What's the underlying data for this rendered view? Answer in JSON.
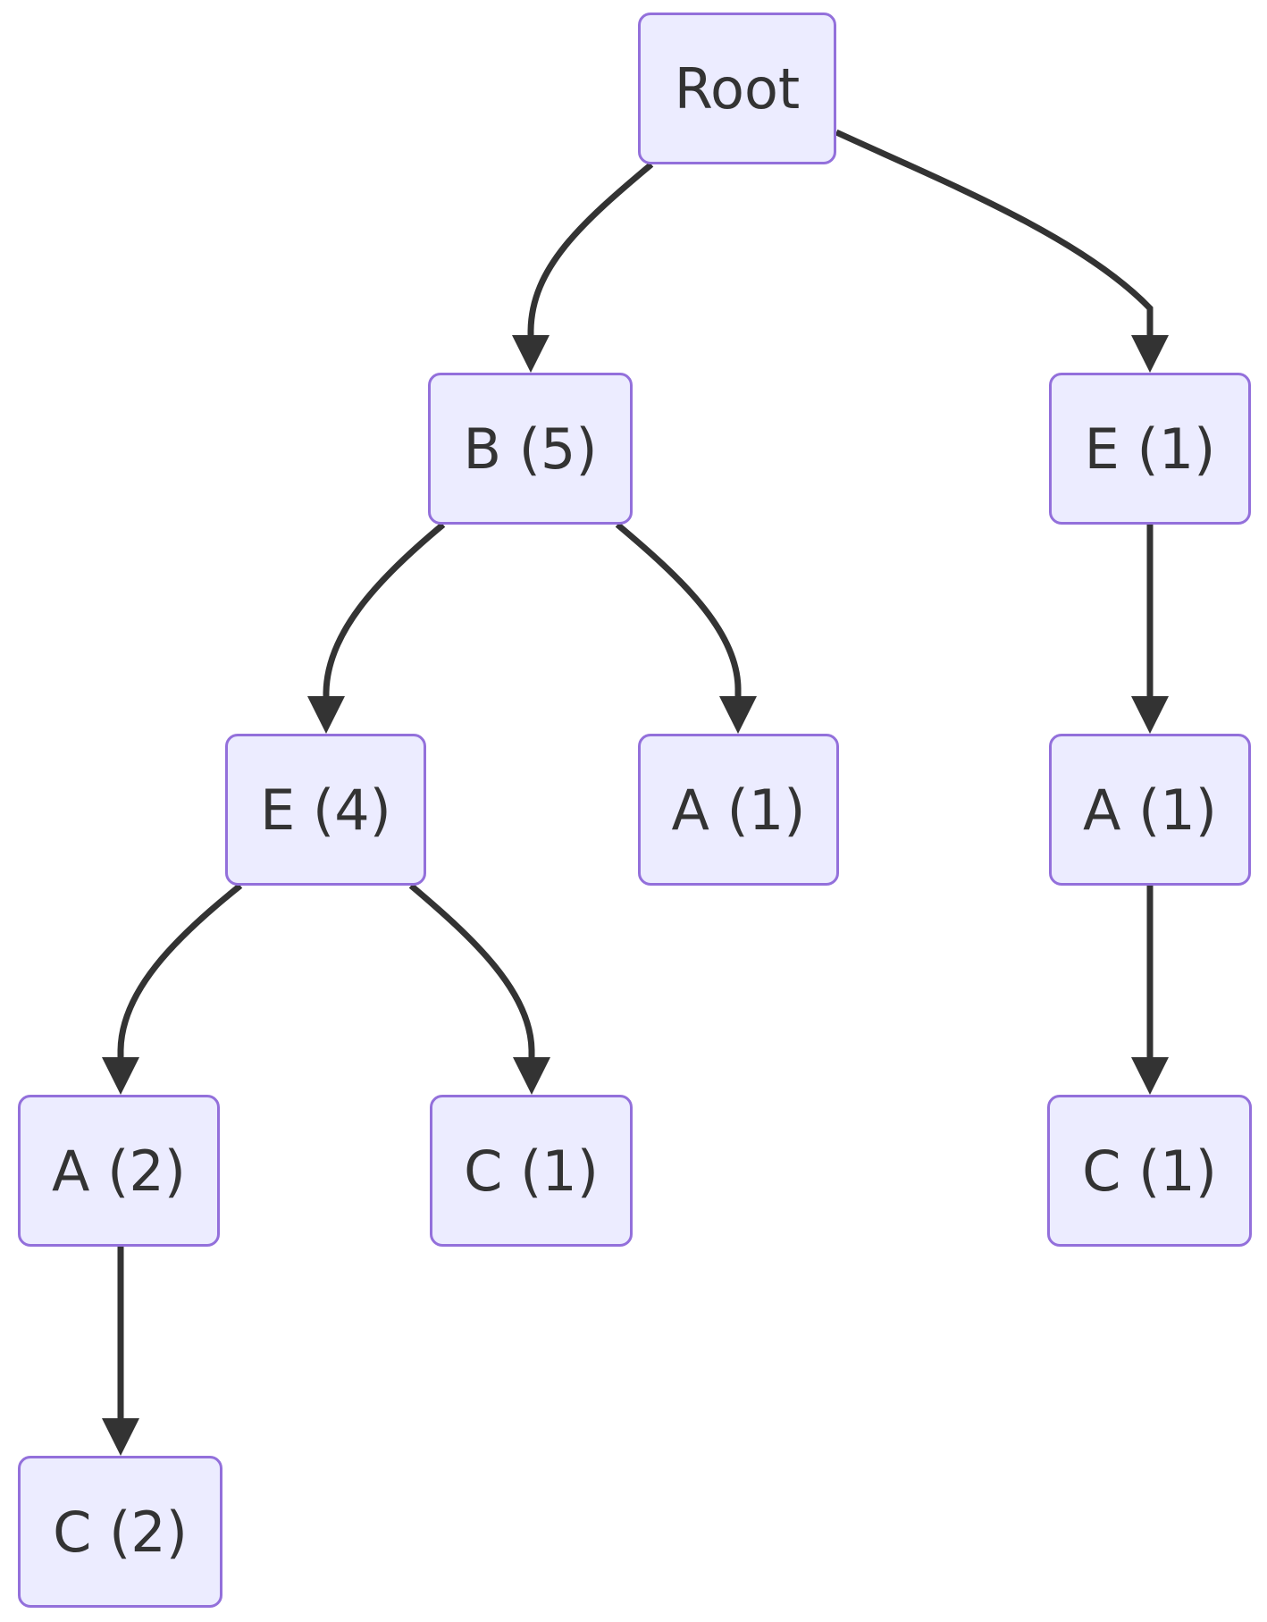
{
  "diagram": {
    "type": "tree",
    "edge_color": "#333333",
    "node_fill": "#ececff",
    "node_border": "#9370db",
    "nodes": {
      "root": "Root",
      "b5": "B (5)",
      "e1": "E (1)",
      "e4": "E (4)",
      "a1": "A (1)",
      "a1r": "A (1)",
      "a2": "A (2)",
      "c1": "C (1)",
      "c1r": "C (1)",
      "c2": "C (2)"
    },
    "edges": [
      [
        "root",
        "b5"
      ],
      [
        "root",
        "e1"
      ],
      [
        "b5",
        "e4"
      ],
      [
        "b5",
        "a1"
      ],
      [
        "e1",
        "a1r"
      ],
      [
        "e4",
        "a2"
      ],
      [
        "e4",
        "c1"
      ],
      [
        "a1r",
        "c1r"
      ],
      [
        "a2",
        "c2"
      ]
    ]
  }
}
